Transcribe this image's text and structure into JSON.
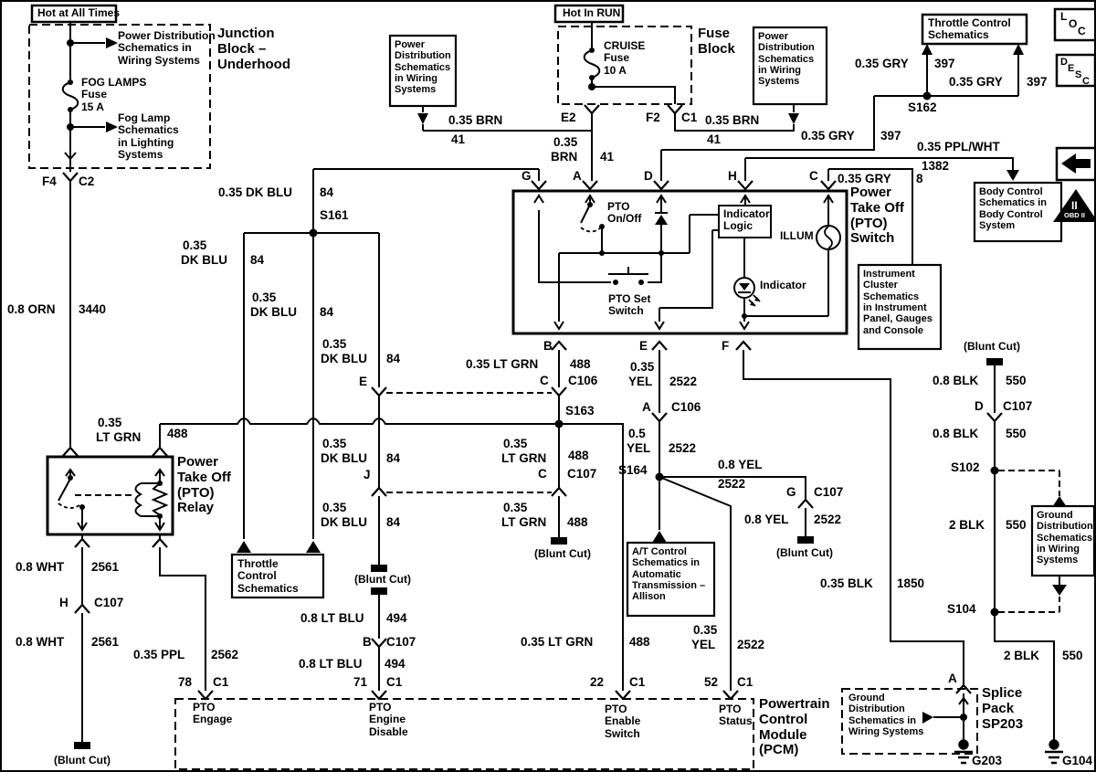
{
  "headers": {
    "hot_at_all_times": "Hot at All Times",
    "hot_in_run": "Hot In RUN"
  },
  "titles": {
    "junction_block": [
      "Junction",
      "Block –",
      "Underhood"
    ],
    "fuse_block": [
      "Fuse",
      "Block"
    ],
    "pto_relay": [
      "Power",
      "Take Off",
      "(PTO)",
      "Relay"
    ],
    "pto_switch": [
      "Power",
      "Take Off",
      "(PTO)",
      "Switch"
    ],
    "pcm": [
      "Powertrain",
      "Control",
      "Module",
      "(PCM)"
    ],
    "splice_pack": [
      "Splice",
      "Pack",
      "SP203"
    ]
  },
  "ref_boxes": {
    "power_dist_jb": [
      "Power Distribution",
      "Schematics in",
      "Wiring Systems"
    ],
    "fog_lamp": [
      "Fog Lamp",
      "Schematics",
      "in Lighting",
      "Systems"
    ],
    "power_dist_mid": [
      "Power",
      "Distribution",
      "Schematics",
      "in Wiring",
      "Systems"
    ],
    "power_dist_right": [
      "Power",
      "Distribution",
      "Schematics",
      "in Wiring",
      "Systems"
    ],
    "throttle_top": [
      "Throttle Control",
      "Schematics"
    ],
    "body_control": [
      "Body Control",
      "Schematics in",
      "Body Control",
      "System"
    ],
    "instrument_cluster": [
      "Instrument",
      "Cluster",
      "Schematics",
      "in Instrument",
      "Panel, Gauges",
      "and Console"
    ],
    "throttle_bottom": [
      "Throttle",
      "Control",
      "Schematics"
    ],
    "at_control": [
      "A/T Control",
      "Schematics in",
      "Automatic",
      "Transmission –",
      "Allison"
    ],
    "ground_dist_right": [
      "Ground",
      "Distribution",
      "Schematics",
      "in Wiring",
      "Systems"
    ],
    "ground_dist_bottom": [
      "Ground",
      "Distribution",
      "Schematics in",
      "Wiring Systems"
    ]
  },
  "fuses": {
    "fog": [
      "FOG LAMPS",
      "Fuse",
      "15 A"
    ],
    "cruise": [
      "CRUISE",
      "Fuse",
      "10 A"
    ]
  },
  "switch_parts": {
    "on_off": [
      "PTO",
      "On/Off"
    ],
    "set_switch": [
      "PTO Set",
      "Switch"
    ],
    "logic": [
      "Indicator",
      "Logic"
    ],
    "illum": "ILLUM",
    "indicator": "Indicator"
  },
  "terminals": {
    "g": "G",
    "a": "A",
    "d": "D",
    "h": "H",
    "c": "C",
    "b": "B",
    "e": "E",
    "f": "F"
  },
  "connectors": {
    "f4": [
      "F4",
      "C2"
    ],
    "e2": "E2",
    "f2": [
      "F2",
      "C1"
    ],
    "e_row": [
      "E",
      "C",
      "C106"
    ],
    "j_row": [
      "J",
      "C",
      "C107"
    ],
    "a_c106": [
      "A",
      "C106"
    ],
    "g_c107": [
      "G",
      "C107"
    ],
    "b_c107": [
      "B",
      "C107"
    ],
    "d_c107": [
      "D",
      "C107"
    ],
    "h_c107": [
      "H",
      "C107"
    ],
    "sp_a": "A"
  },
  "pcm_pins": {
    "engage": {
      "num": "78",
      "conn": "C1",
      "label": [
        "PTO",
        "Engage"
      ]
    },
    "engine_disable": {
      "num": "71",
      "conn": "C1",
      "label": [
        "PTO",
        "Engine",
        "Disable"
      ]
    },
    "enable_switch": {
      "num": "22",
      "conn": "C1",
      "label": [
        "PTO",
        "Enable",
        "Switch"
      ]
    },
    "status": {
      "num": "52",
      "conn": "C1",
      "label": [
        "PTO",
        "Status"
      ]
    }
  },
  "splices": {
    "s161": "S161",
    "s162": "S162",
    "s163": "S163",
    "s164": "S164",
    "s102": "S102",
    "s104": "S104"
  },
  "grounds": {
    "g203": "G203",
    "g104": "G104"
  },
  "wire_labels": {
    "orn": [
      "0.8 ORN",
      "3440"
    ],
    "brn_left": [
      "0.35 BRN",
      "41"
    ],
    "brn_a": [
      "0.35",
      "BRN",
      "41"
    ],
    "brn_right": [
      "0.35 BRN",
      "41"
    ],
    "gry_d": [
      "0.35 GRY",
      "397"
    ],
    "gry_up1": [
      "0.35 GRY",
      "397"
    ],
    "gry_up2": [
      "0.35 GRY",
      "397"
    ],
    "ppl_wht": [
      "0.35 PPL/WHT",
      "1382"
    ],
    "gry_c": [
      "0.35 GRY",
      "8"
    ],
    "dkblu_g": [
      "0.35 DK BLU",
      "84"
    ],
    "dkblu_left": [
      "0.35",
      "DK BLU",
      "84"
    ],
    "dkblu_mid": [
      "0.35",
      "DK BLU",
      "84"
    ],
    "dkblu_e": [
      "0.35",
      "DK BLU",
      "84"
    ],
    "dkblu_j1": [
      "0.35",
      "DK BLU",
      "84"
    ],
    "dkblu_j2": [
      "0.35",
      "DK BLU",
      "84"
    ],
    "ltgrn_relay": [
      "0.35",
      "LT GRN",
      "488"
    ],
    "ltgrn_b": [
      "0.35 LT GRN",
      "488"
    ],
    "ltgrn_c1": [
      "0.35",
      "LT GRN",
      "488"
    ],
    "ltgrn_c2": [
      "0.35",
      "LT GRN",
      "488"
    ],
    "ltgrn_22": [
      "0.35 LT GRN",
      "488"
    ],
    "yel_e": [
      "0.35",
      "YEL",
      "2522"
    ],
    "yel_05": [
      "0.5",
      "YEL",
      "2522"
    ],
    "yel_s164": [
      "0.8 YEL",
      "2522"
    ],
    "yel_g": [
      "0.8 YEL",
      "2522"
    ],
    "yel_52": [
      "0.35",
      "YEL",
      "2522"
    ],
    "wht1": [
      "0.8 WHT",
      "2561"
    ],
    "wht2": [
      "0.8 WHT",
      "2561"
    ],
    "ppl": [
      "0.35 PPL",
      "2562"
    ],
    "ltblu1": [
      "0.8 LT BLU",
      "494"
    ],
    "ltblu2": [
      "0.8 LT BLU",
      "494"
    ],
    "blk_1850": [
      "0.35 BLK",
      "1850"
    ],
    "blk1": [
      "0.8 BLK",
      "550"
    ],
    "blk2": [
      "0.8 BLK",
      "550"
    ],
    "blk_2mid": [
      "2 BLK",
      "550"
    ],
    "blk_2g104": [
      "2 BLK",
      "550"
    ]
  },
  "misc": {
    "blunt_cut": "(Blunt Cut)"
  },
  "corner_icons": {
    "loc": [
      "L",
      "O",
      "C"
    ],
    "desc": [
      "D",
      "E",
      "S",
      "C"
    ],
    "obd_ii": "II",
    "obd_label": "OBD II"
  }
}
